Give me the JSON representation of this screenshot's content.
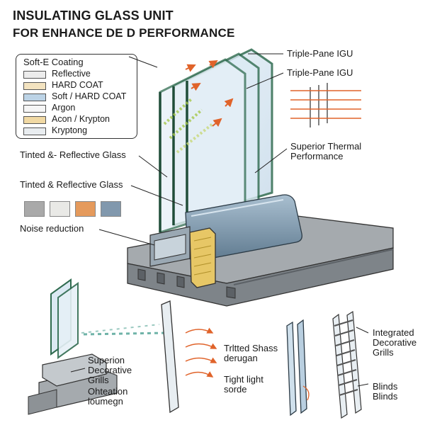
{
  "title": {
    "line1": "INSULATING GLASS UNIT",
    "line2": "FOR ENHANCE DE D PERFORMANCE"
  },
  "legend": {
    "title": "Soft-E Coating",
    "items": [
      {
        "label": "Reflective",
        "color": "#ececec"
      },
      {
        "label": "HARD COAT",
        "color": "#f3e3c0"
      },
      {
        "label": "Soft / HARD COAT",
        "color": "#bcd3e6"
      },
      {
        "label": "Argon",
        "color": "#f6f6f6"
      },
      {
        "label": "Acon / Krypton",
        "color": "#f1d9a4"
      },
      {
        "label": "Kryptong",
        "color": "#e9edf0"
      }
    ]
  },
  "labels": {
    "tinted_reflective_1": "Tinted &- Reflective Glass",
    "tinted_reflective_2": "Tinted & Reflective Glass",
    "noise_reduction": "Noise reduction",
    "triple_pane_1": "Triple-Pane IGU",
    "triple_pane_2": "Triple-Pane IGU",
    "superior_thermal_1": "Superior Thermal",
    "superior_thermal_2": "Performance",
    "superion_1": "Superion",
    "superion_2": "Decorative",
    "superion_3": "Grills",
    "ohteation_1": "Ohteation",
    "ohteation_2": "loumegn",
    "tritted_1": "Trltted Shass",
    "tritted_2": "derugan",
    "tight_1": "Tight light",
    "tight_2": "sorde",
    "integrated_1": "Integrated",
    "integrated_2": "Decorative",
    "integrated_3": "Grills",
    "blinds_1": "Blinds",
    "blinds_2": "Blinds"
  },
  "tint_swatches": [
    "#a9a9a9",
    "#e9e9e6",
    "#e59a5c",
    "#8198ad"
  ],
  "colors": {
    "glass_edge": "#2f6b4f",
    "glass_fill": "#dbe9f3",
    "frame": "#8d9296",
    "spacer": "#7d97ab",
    "warm_edge": "#e7c766",
    "heat_arrows": "#e0632a",
    "uv_arrows": "#a6c84a"
  }
}
